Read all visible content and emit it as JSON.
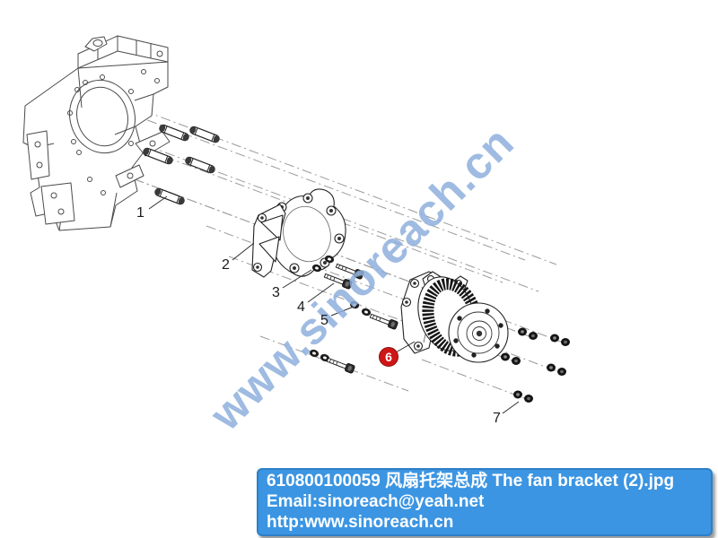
{
  "watermark": {
    "text": "www.sinoreach.cn"
  },
  "callouts": [
    {
      "label": "1",
      "highlight": false
    },
    {
      "label": "2",
      "highlight": false
    },
    {
      "label": "3",
      "highlight": false
    },
    {
      "label": "4",
      "highlight": false
    },
    {
      "label": "5",
      "highlight": false
    },
    {
      "label": "6",
      "highlight": true
    },
    {
      "label": "7",
      "highlight": false
    }
  ],
  "info_box": {
    "line1": "610800100059 风扇托架总成 The fan bracket (2).jpg",
    "line2": "Email:sinoreach@yeah.net",
    "line3": "http:www.sinoreach.cn"
  },
  "colors": {
    "watermark_blue": "#8fb0dd",
    "info_bg": "#3b95e2",
    "info_border": "#2e7fc6",
    "info_text": "#ffffff",
    "highlight_red": "#cf1616",
    "leader_gray": "#9b9b9b",
    "line_dark": "#2d2d2d"
  }
}
